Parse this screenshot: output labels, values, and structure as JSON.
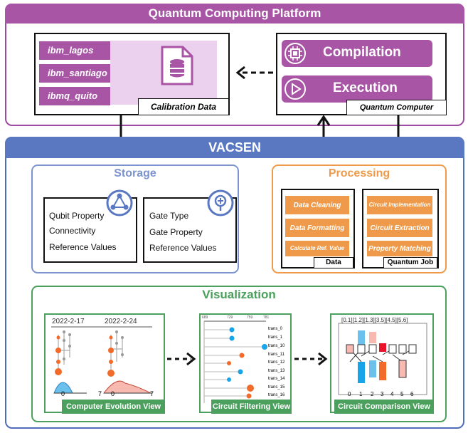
{
  "platform": {
    "title": "Quantum Computing Platform",
    "backends": [
      "ibm_lagos",
      "ibm_santiago",
      "ibmq_quito"
    ],
    "calibration_label": "Calibration Data",
    "compilation_label": "Compilation",
    "execution_label": "Execution",
    "computer_label": "Quantum Computer"
  },
  "vacsen": {
    "title": "VACSEN",
    "storage": {
      "title": "Storage",
      "left_items": [
        "Qubit Property",
        "Connectivity",
        "Reference Values"
      ],
      "right_items": [
        "Gate Type",
        "Gate Property",
        "Reference Values"
      ]
    },
    "processing": {
      "title": "Processing",
      "data_steps": [
        "Data Cleaning",
        "Data Formatting",
        "Calculate Ref. Value"
      ],
      "data_label": "Data",
      "job_steps": [
        "Circuit Implementation",
        "Circuit Extraction",
        "Property Matching"
      ],
      "job_label": "Quantum Job"
    },
    "visualization": {
      "title": "Visualization",
      "views": [
        {
          "label": "Computer Evolution View",
          "dates": [
            "2022-2-17",
            "2022-2-24"
          ],
          "axis_ticks": [
            "0",
            "7",
            "0",
            "7"
          ]
        },
        {
          "label": "Circuit Filtering View",
          "axis_ticks": [
            "689",
            "729",
            "759",
            "781"
          ],
          "rows": [
            "trans_0",
            "trans_1",
            "trans_10",
            "trans_11",
            "trans_12",
            "trans_13",
            "trans_14",
            "trans_15",
            "trans_16"
          ]
        },
        {
          "label": "Circuit Comparison View",
          "header": "[0.1][1.2][1.3][3.5][4.5][5.6]",
          "axis_ticks": [
            "0",
            "1",
            "2",
            "3",
            "4",
            "5",
            "6"
          ]
        }
      ]
    }
  },
  "colors": {
    "purple": "#a855a6",
    "blue": "#5a78c2",
    "storage_blue": "#7b93cf",
    "orange": "#ef9a4a",
    "green": "#4aa05c",
    "dot_orange": "#f26b2a",
    "dot_blue": "#1aa4e8"
  }
}
